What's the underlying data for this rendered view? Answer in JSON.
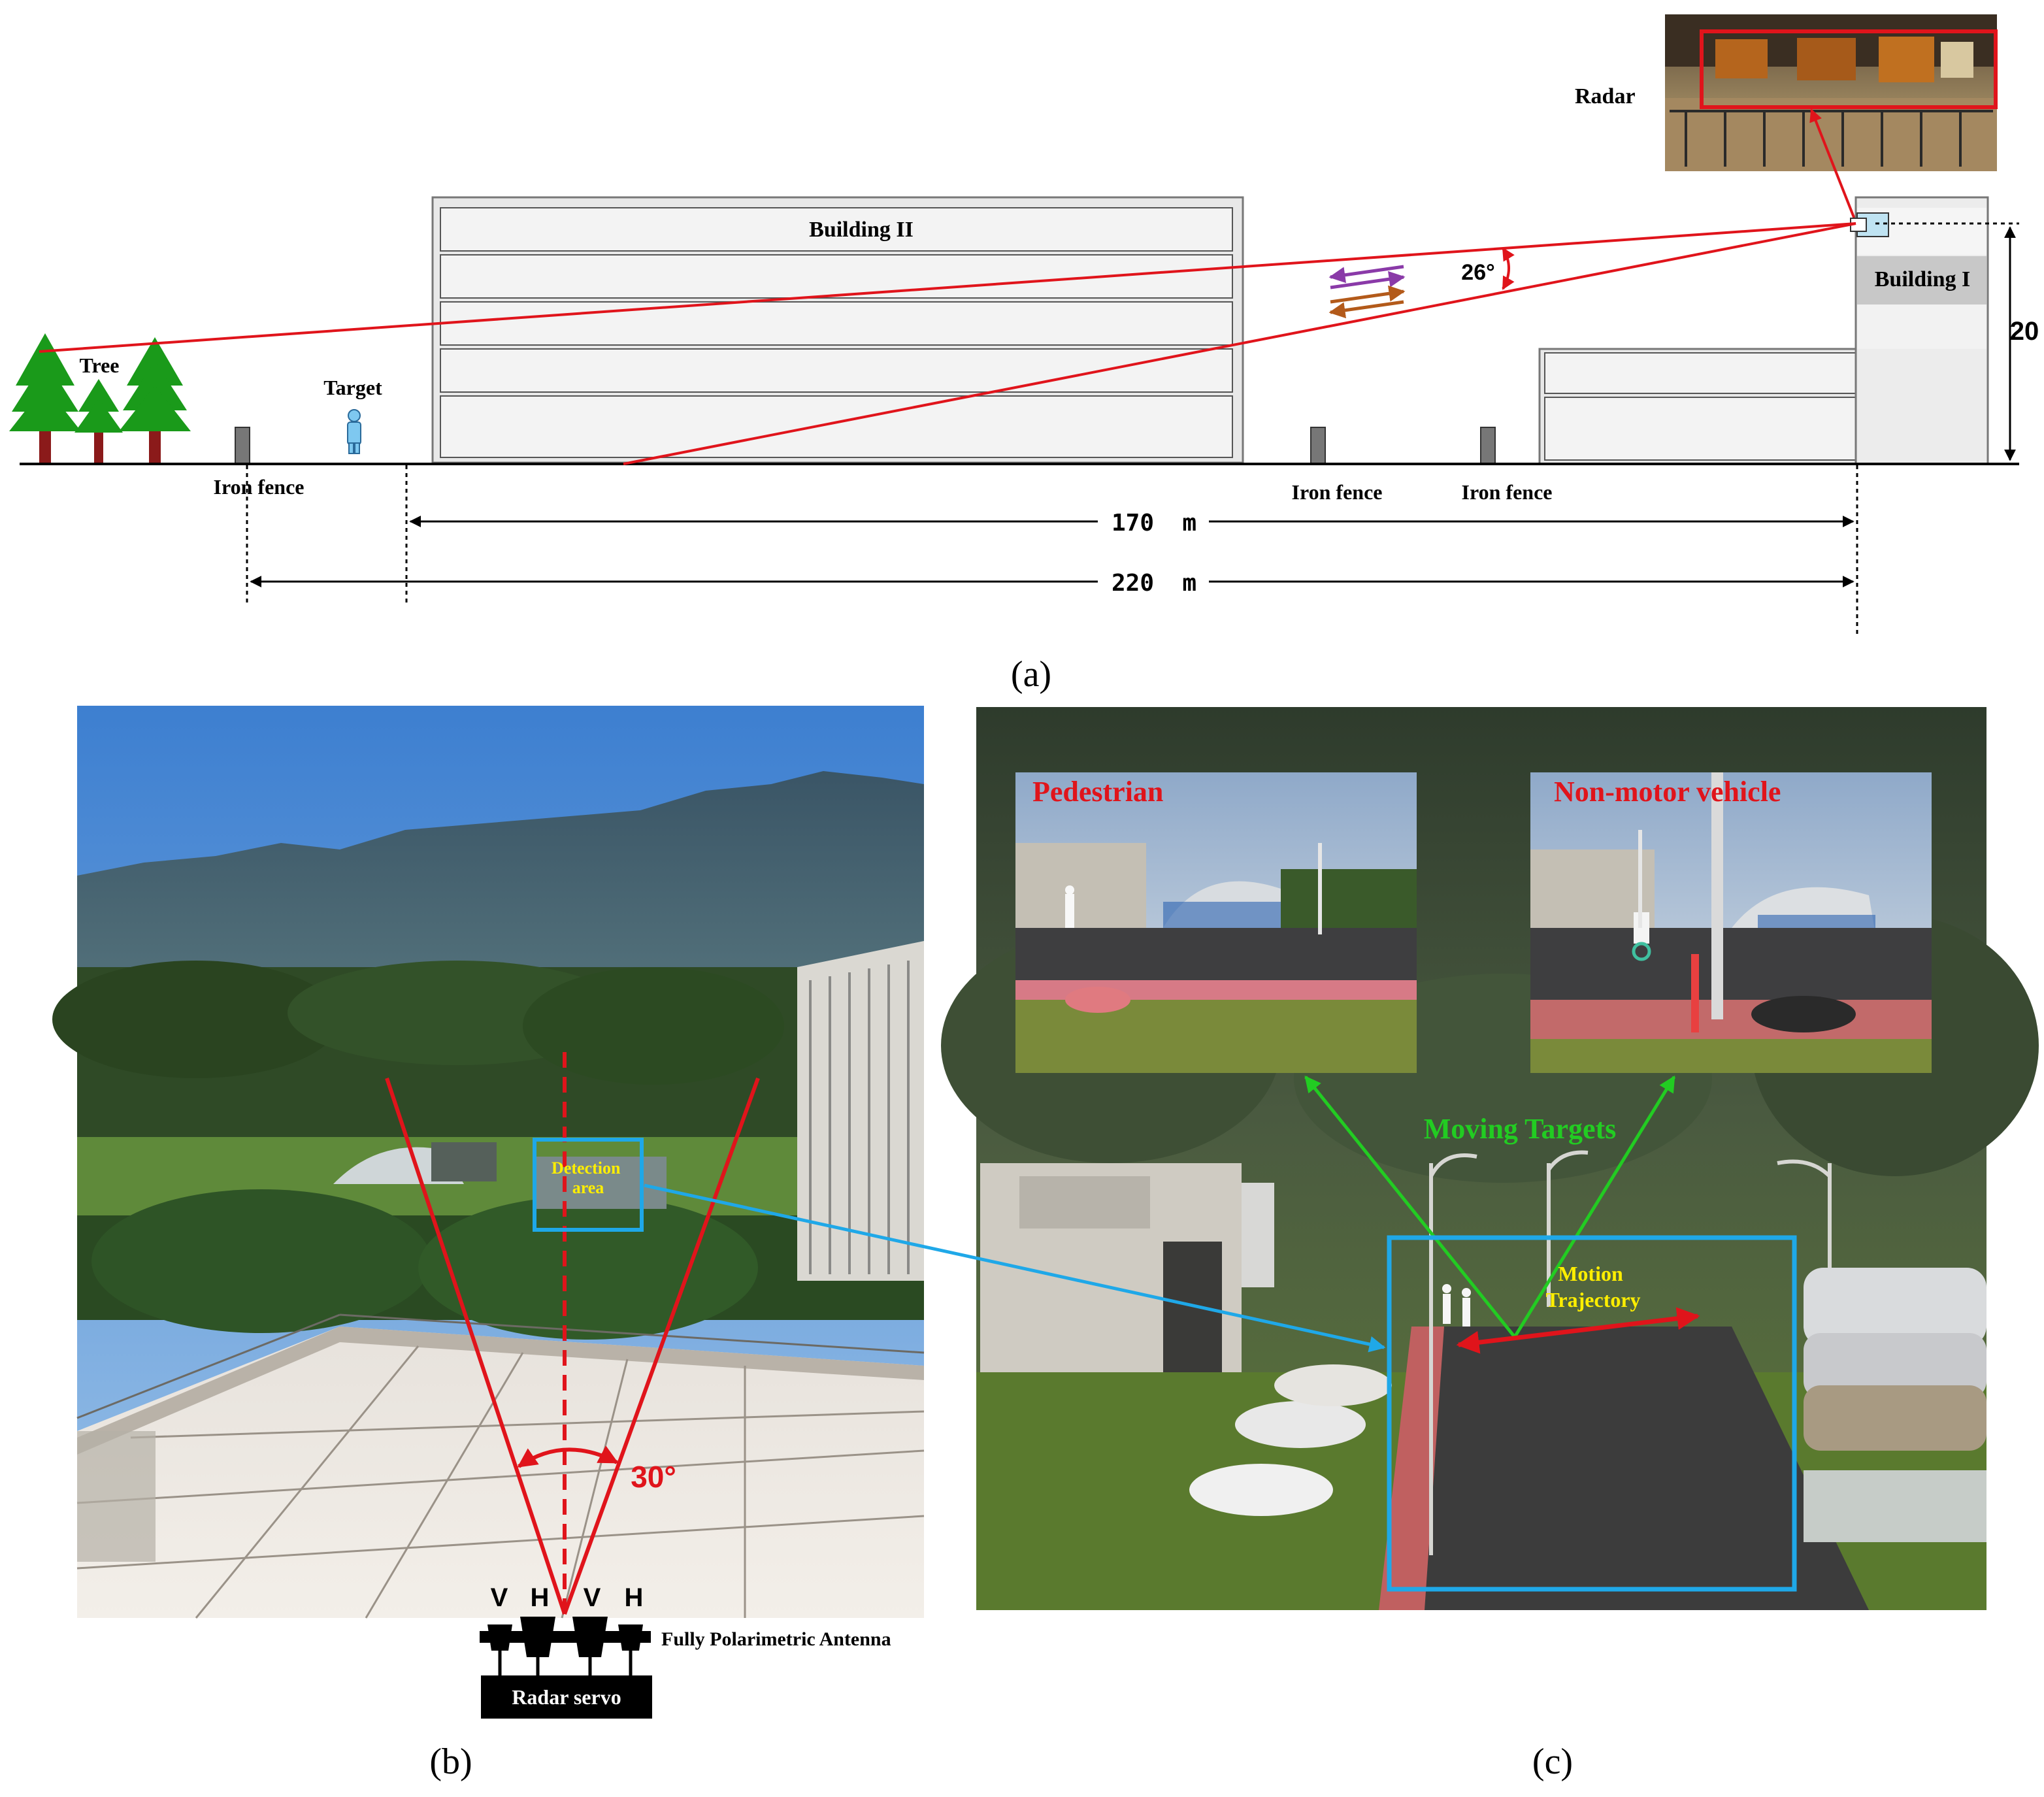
{
  "panel_a": {
    "caption": "(a)",
    "radar_label": "Radar",
    "building2_label": "Building II",
    "building1_label": "Building I",
    "tree_label": "Tree",
    "target_label": "Target",
    "iron_fence_labels": [
      "Iron fence",
      "Iron fence",
      "Iron fence"
    ],
    "angle_label": "26°",
    "height_label": "20",
    "distance_near": "170  m",
    "distance_far": "220  m"
  },
  "panel_b": {
    "caption": "(b)",
    "detection_area_label": "Detection\narea",
    "angle_label": "30°",
    "polarization_labels": [
      "V",
      "H",
      "V",
      "H"
    ],
    "antenna_label": "Fully Polarimetric Antenna",
    "servo_label": "Radar servo"
  },
  "panel_c": {
    "caption": "(c)",
    "inset_left_label": "Pedestrian",
    "inset_right_label": "Non-motor vehicle",
    "moving_targets_label": "Moving Targets",
    "motion_trajectory_label": "Motion\nTrajectory"
  },
  "colors": {
    "red": "#e0141b",
    "green": "#22cc22",
    "blue": "#1fa8e8",
    "yellow": "#ffee00",
    "tree": "#1a9a1a",
    "trunk": "#8b1a1a"
  }
}
